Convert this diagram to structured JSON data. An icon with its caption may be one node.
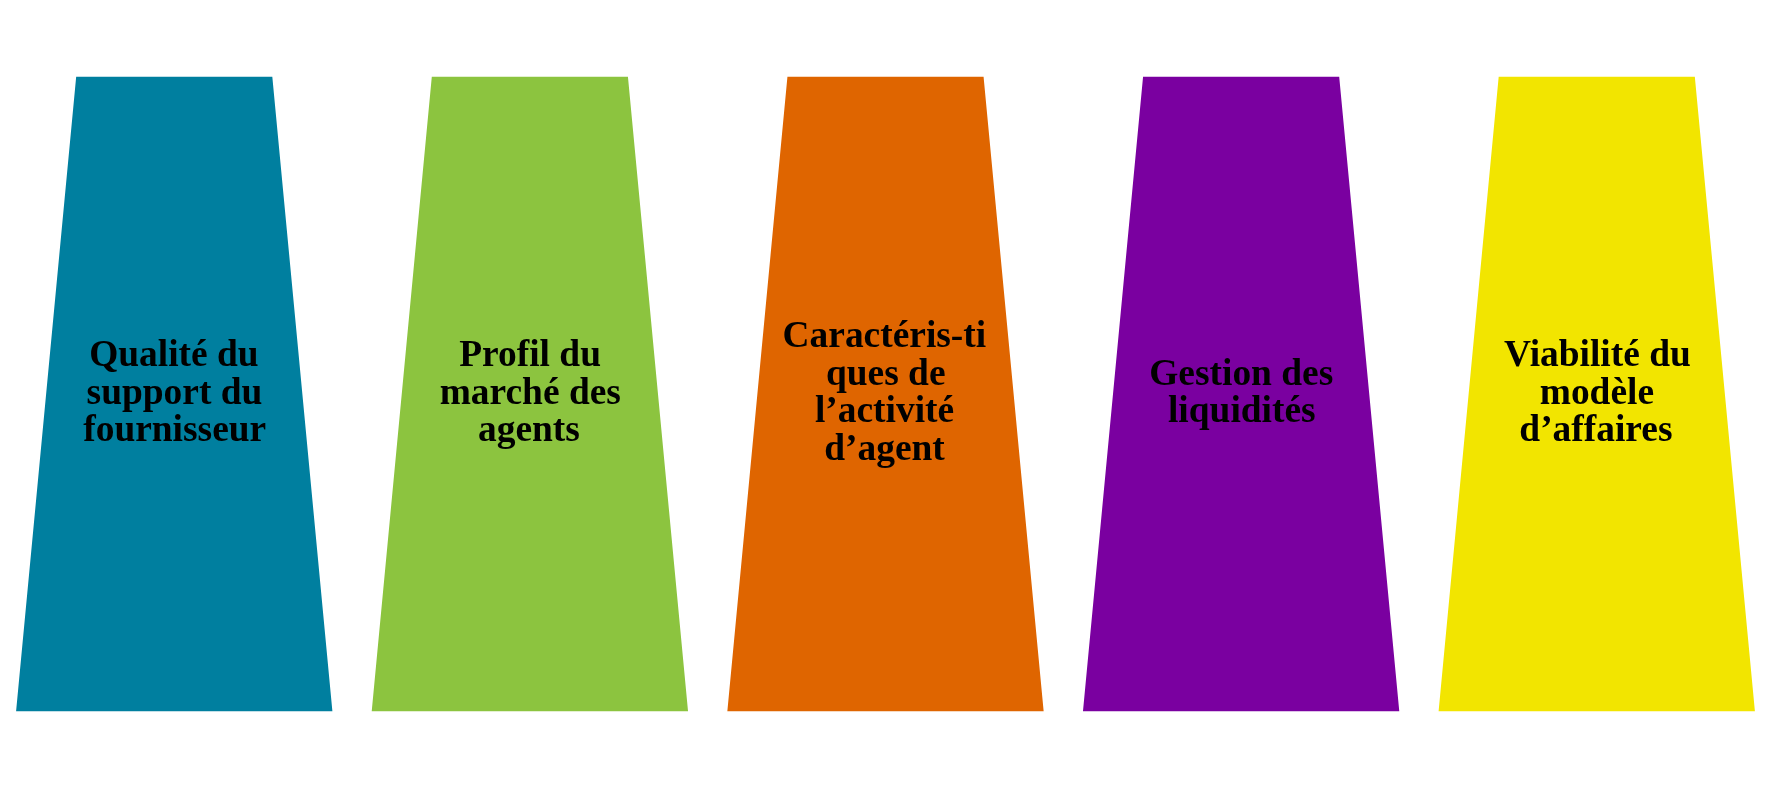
{
  "diagram": {
    "nodes": [
      {
        "text": [
          "Qualité du support du fournisseur"
        ]
      },
      {
        "text": [
          "Profil du marché des agents"
        ]
      },
      {
        "text": [
          "Caractéris-ti ques de l’activité d’agent"
        ]
      },
      {
        "text": [
          "Gestion des liquidités"
        ]
      },
      {
        "text": [
          "Viabilité du modèle d’affaires"
        ]
      }
    ]
  }
}
